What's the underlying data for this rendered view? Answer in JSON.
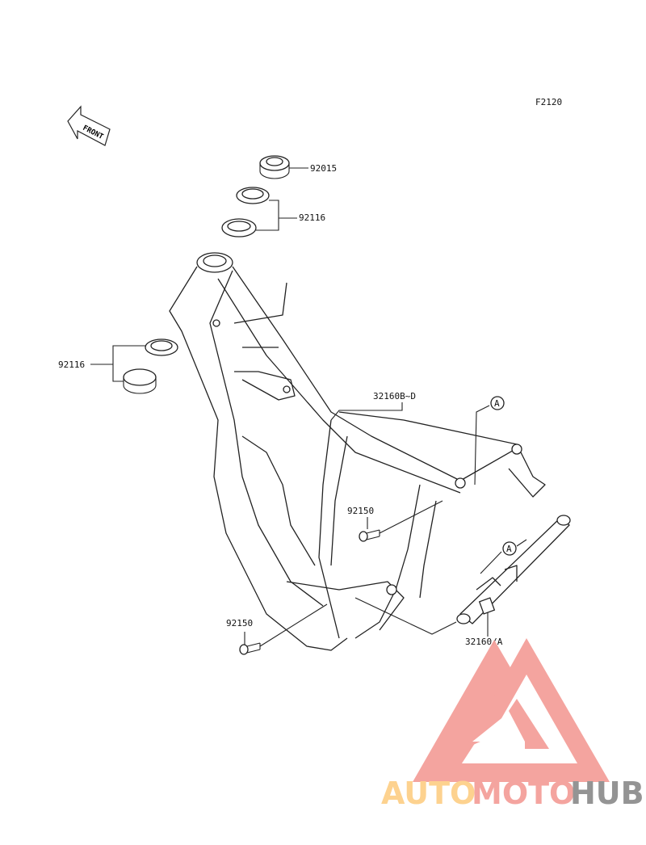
{
  "diagram": {
    "code": "F2120",
    "front_label": "FRONT",
    "parts": [
      {
        "number": "92015"
      },
      {
        "number": "92116"
      },
      {
        "number": "92116"
      },
      {
        "number": "32160B~D"
      },
      {
        "number": "92150"
      },
      {
        "number": "92150"
      },
      {
        "number": "32160/A"
      }
    ],
    "reference_marks": [
      "A",
      "A"
    ]
  },
  "watermark": {
    "text_part1": "AUTO",
    "text_part2": "MOTO",
    "text_part3": "HUB",
    "colors": {
      "triangle": "#f4a09a",
      "auto": "#fdd08a",
      "moto": "#f4a09a",
      "hub": "#8f8f8f"
    }
  }
}
